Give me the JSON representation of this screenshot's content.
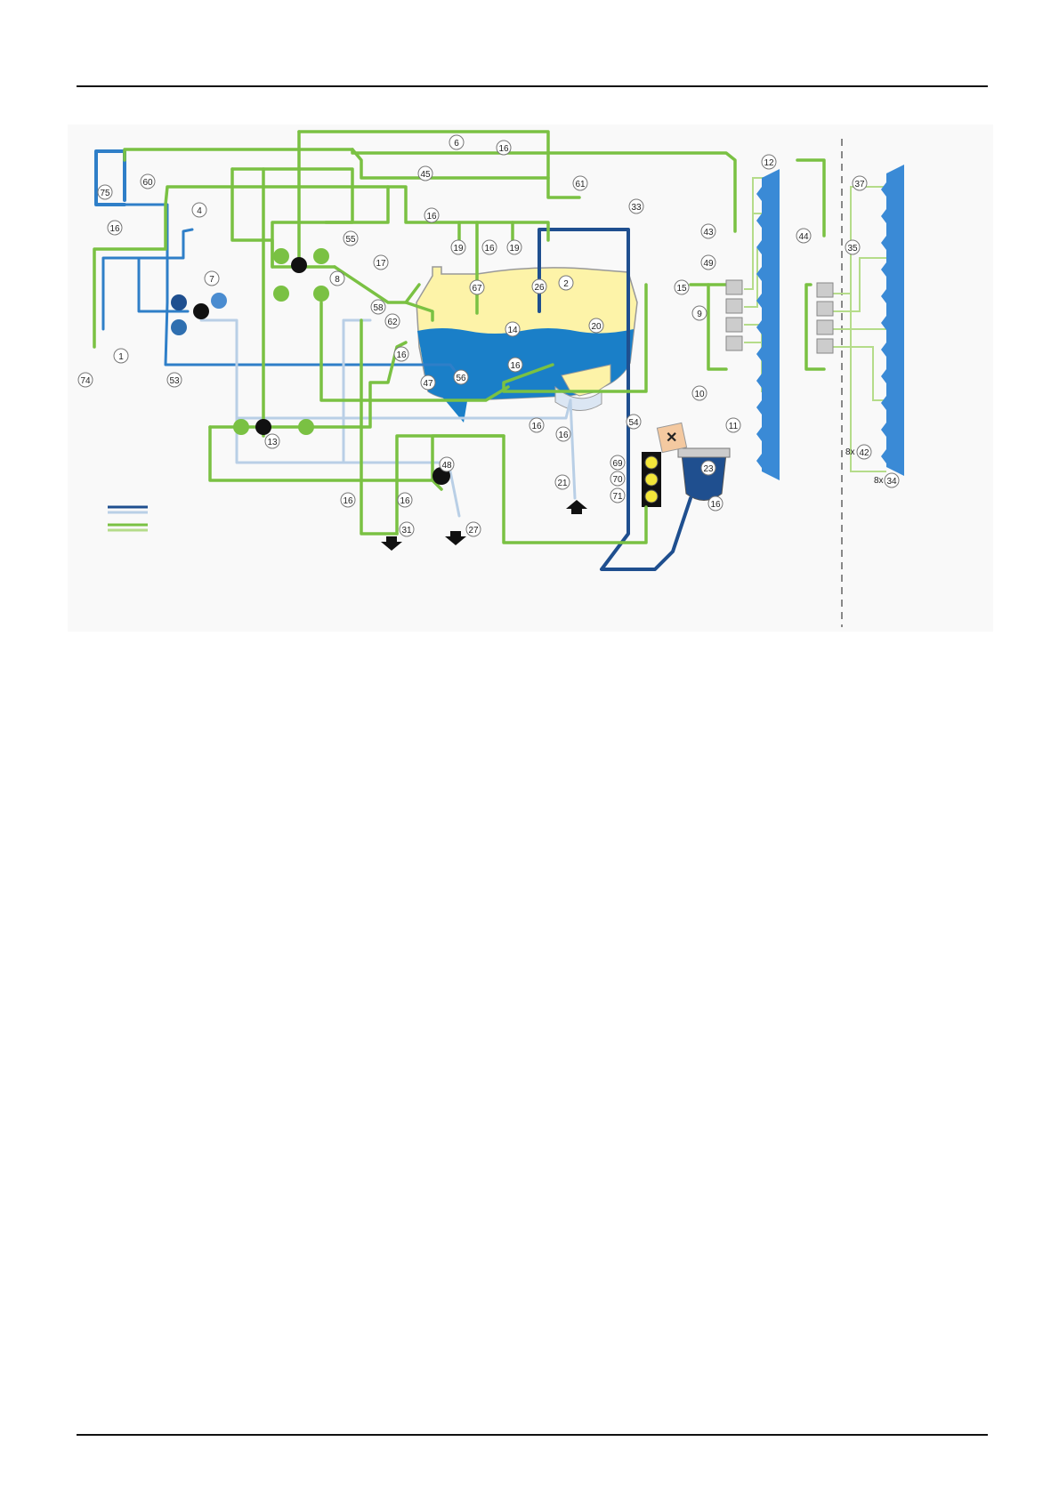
{
  "callouts": [
    {
      "id": "c1",
      "text": "1"
    },
    {
      "id": "c2",
      "text": "2"
    },
    {
      "id": "c4",
      "text": "4"
    },
    {
      "id": "c6",
      "text": "6"
    },
    {
      "id": "c7",
      "text": "7"
    },
    {
      "id": "c8",
      "text": "8"
    },
    {
      "id": "c9",
      "text": "9"
    },
    {
      "id": "c10",
      "text": "10"
    },
    {
      "id": "c11",
      "text": "11"
    },
    {
      "id": "c12",
      "text": "12"
    },
    {
      "id": "c13",
      "text": "13"
    },
    {
      "id": "c14",
      "text": "14"
    },
    {
      "id": "c15",
      "text": "15"
    },
    {
      "id": "c16a",
      "text": "16"
    },
    {
      "id": "c16b",
      "text": "16"
    },
    {
      "id": "c16c",
      "text": "16"
    },
    {
      "id": "c16d",
      "text": "16"
    },
    {
      "id": "c16e",
      "text": "16"
    },
    {
      "id": "c16f",
      "text": "16"
    },
    {
      "id": "c16g",
      "text": "16"
    },
    {
      "id": "c16h",
      "text": "16"
    },
    {
      "id": "c16i",
      "text": "16"
    },
    {
      "id": "c16j",
      "text": "16"
    },
    {
      "id": "c16k",
      "text": "16"
    },
    {
      "id": "c17",
      "text": "17"
    },
    {
      "id": "c19a",
      "text": "19"
    },
    {
      "id": "c19b",
      "text": "19"
    },
    {
      "id": "c20",
      "text": "20"
    },
    {
      "id": "c21",
      "text": "21"
    },
    {
      "id": "c23",
      "text": "23"
    },
    {
      "id": "c26",
      "text": "26"
    },
    {
      "id": "c27",
      "text": "27"
    },
    {
      "id": "c31",
      "text": "31"
    },
    {
      "id": "c33",
      "text": "33"
    },
    {
      "id": "c35",
      "text": "35"
    },
    {
      "id": "c37",
      "text": "37"
    },
    {
      "id": "c43",
      "text": "43"
    },
    {
      "id": "c44",
      "text": "44"
    },
    {
      "id": "c45",
      "text": "45"
    },
    {
      "id": "c47",
      "text": "47"
    },
    {
      "id": "c48",
      "text": "48"
    },
    {
      "id": "c49",
      "text": "49"
    },
    {
      "id": "c53",
      "text": "53"
    },
    {
      "id": "c54",
      "text": "54"
    },
    {
      "id": "c55",
      "text": "55"
    },
    {
      "id": "c56",
      "text": "56"
    },
    {
      "id": "c58",
      "text": "58"
    },
    {
      "id": "c60",
      "text": "60"
    },
    {
      "id": "c61",
      "text": "61"
    },
    {
      "id": "c62",
      "text": "62"
    },
    {
      "id": "c67",
      "text": "67"
    },
    {
      "id": "c69",
      "text": "69"
    },
    {
      "id": "c70",
      "text": "70"
    },
    {
      "id": "c71",
      "text": "71"
    },
    {
      "id": "c74",
      "text": "74"
    },
    {
      "id": "c75",
      "text": "75"
    }
  ],
  "plain_labels": {
    "nozzle_valves": "8x",
    "nozzle_valves_num": "42",
    "nozzles": "8x",
    "nozzles_num": "34"
  },
  "colors": {
    "suction_dark": "#1f4f8f",
    "suction_mid": "#2f7fc8",
    "suction_light": "#b9cfe6",
    "pressure_green": "#7ac143",
    "pressure_light": "#b5dc8a",
    "tank_yellow": "#fdf3a8",
    "liquid_blue": "#1a7fc8",
    "boom_blue": "#3a8ad6"
  }
}
